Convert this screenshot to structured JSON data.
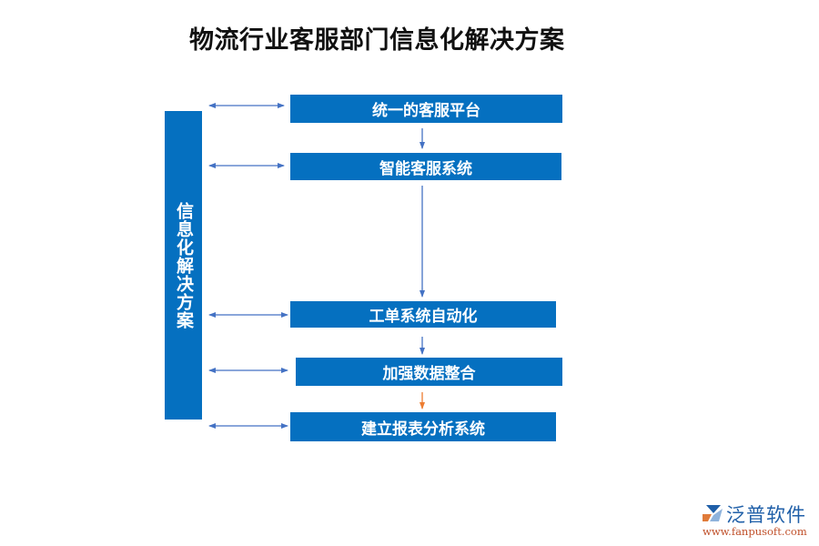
{
  "title": "物流行业客服部门信息化解决方案",
  "side_label": "信息化解决方案",
  "steps": [
    {
      "label": "统一的客服平台"
    },
    {
      "label": "智能客服系统"
    },
    {
      "label": "工单系统自动化"
    },
    {
      "label": "加强数据整合"
    },
    {
      "label": "建立报表分析系统"
    }
  ],
  "colors": {
    "box": "#0570c0",
    "connector": "#4472c4",
    "accent_arrow": "#ed7d31"
  },
  "watermark": {
    "brand": "泛普软件",
    "url": "www.fanpusoft.com"
  }
}
